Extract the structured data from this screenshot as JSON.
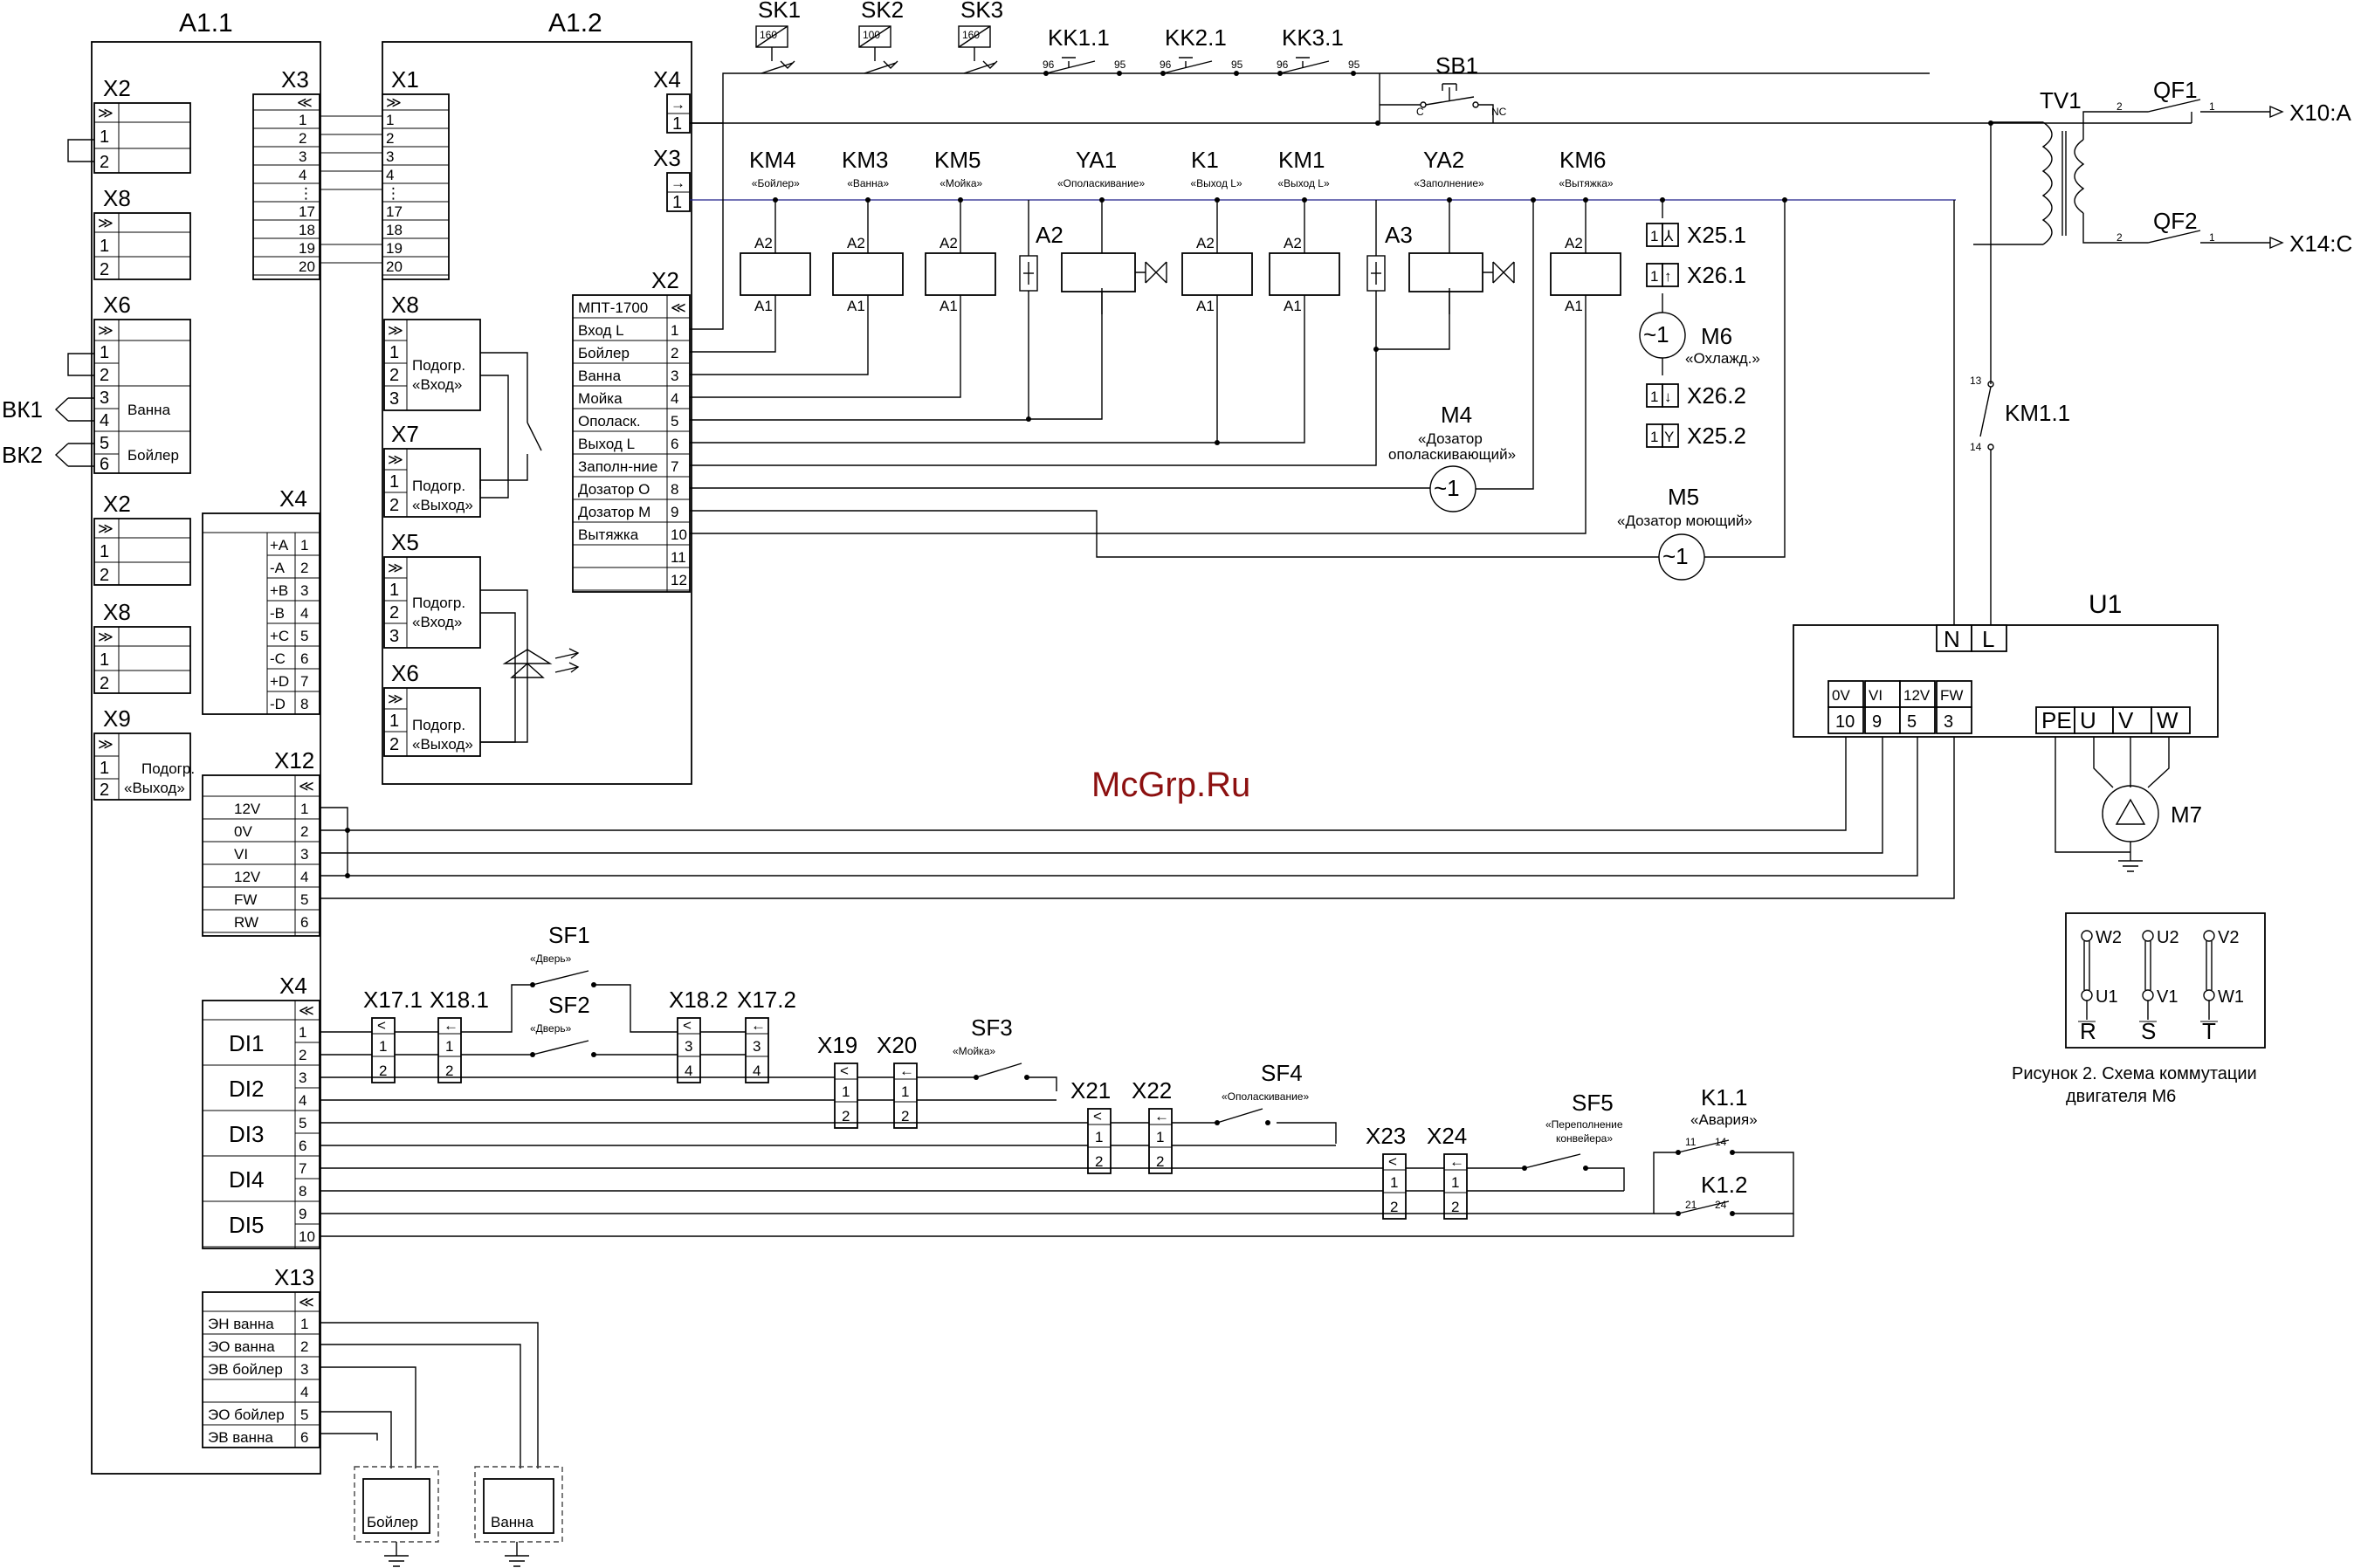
{
  "modules": {
    "a11": "A1.1",
    "a12": "A1.2",
    "u1": "U1"
  },
  "a11_blocks": [
    {
      "name": "X2",
      "pins": [
        "1",
        "2"
      ]
    },
    {
      "name": "X8",
      "pins": [
        "1",
        "2"
      ]
    },
    {
      "name": "X6",
      "pins": [
        "1",
        "2",
        "3",
        "4",
        "5",
        "6"
      ],
      "labels": [
        "Ванна",
        "Бойлер"
      ]
    },
    {
      "name": "X2",
      "pins": [
        "1",
        "2"
      ]
    },
    {
      "name": "X8",
      "pins": [
        "1",
        "2"
      ]
    },
    {
      "name": "X9",
      "pins": [
        "1",
        "2"
      ],
      "labels": [
        "Подогр.",
        "«Выход»"
      ]
    }
  ],
  "bk": [
    "ВК1",
    "ВК2"
  ],
  "x3_a11": {
    "name": "X3",
    "pins": [
      "1",
      "2",
      "3",
      "4",
      "⋮",
      "17",
      "18",
      "19",
      "20"
    ]
  },
  "x1_a12": {
    "name": "X1",
    "pins": [
      "1",
      "2",
      "3",
      "4",
      "⋮",
      "17",
      "18",
      "19",
      "20"
    ]
  },
  "x4_a11": {
    "name": "X4",
    "labels": [
      "+A",
      "-A",
      "+B",
      "-B",
      "+C",
      "-C",
      "+D",
      "-D"
    ],
    "pins": [
      "1",
      "2",
      "3",
      "4",
      "5",
      "6",
      "7",
      "8"
    ]
  },
  "x12": {
    "name": "X12",
    "labels": [
      "12V",
      "0V",
      "VI",
      "12V",
      "FW",
      "RW"
    ],
    "pins": [
      "1",
      "2",
      "3",
      "4",
      "5",
      "6"
    ]
  },
  "x4_di": {
    "name": "X4",
    "labels": [
      "DI1",
      "DI2",
      "DI3",
      "DI4",
      "DI5"
    ],
    "pins": [
      "1",
      "2",
      "3",
      "4",
      "5",
      "6",
      "7",
      "8",
      "9",
      "10"
    ]
  },
  "x13": {
    "name": "X13",
    "labels": [
      "ЭН ванна",
      "ЭО ванна",
      "ЭВ бойлер",
      "",
      "ЭО бойлер",
      "ЭВ ванна"
    ],
    "pins": [
      "1",
      "2",
      "3",
      "4",
      "5",
      "6"
    ]
  },
  "a12_blocks": [
    {
      "name": "X8",
      "pins": [
        "1",
        "2",
        "3"
      ],
      "labels": [
        "Подогр.",
        "«Вход»"
      ]
    },
    {
      "name": "X7",
      "pins": [
        "1",
        "2"
      ],
      "labels": [
        "Подогр.",
        "«Выход»"
      ]
    },
    {
      "name": "X5",
      "pins": [
        "1",
        "2",
        "3"
      ],
      "labels": [
        "Подогр.",
        "«Вход»"
      ]
    },
    {
      "name": "X6",
      "pins": [
        "1",
        "2"
      ],
      "labels": [
        "Подогр.",
        "«Выход»"
      ]
    }
  ],
  "a12_x4": {
    "name": "X4",
    "pin": "1"
  },
  "a12_x3": {
    "name": "X3",
    "pin": "1"
  },
  "a12_x2": {
    "name": "X2",
    "header": "МПТ-1700",
    "labels": [
      "Вход L",
      "Бойлер",
      "Ванна",
      "Мойка",
      "Ополаск.",
      "Выход L",
      "Заполн-ние",
      "Дозатор О",
      "Дозатор М",
      "Вытяжка",
      "",
      ""
    ],
    "pins": [
      "1",
      "2",
      "3",
      "4",
      "5",
      "6",
      "7",
      "8",
      "9",
      "10",
      "11",
      "12"
    ]
  },
  "top_contacts": [
    {
      "name": "SK1",
      "value": "160"
    },
    {
      "name": "SK2",
      "value": "100"
    },
    {
      "name": "SK3",
      "value": "160"
    },
    {
      "name": "KK1.1",
      "a": "96",
      "b": "95"
    },
    {
      "name": "KK2.1",
      "a": "96",
      "b": "95"
    },
    {
      "name": "KK3.1",
      "a": "96",
      "b": "95"
    }
  ],
  "sb1": {
    "name": "SB1",
    "c": "C",
    "nc": "NC"
  },
  "coils": [
    {
      "name": "KM4",
      "desc": "«Бойлер»",
      "a2": "A2",
      "a1": "A1"
    },
    {
      "name": "KM3",
      "desc": "«Ванна»",
      "a2": "A2",
      "a1": "A1"
    },
    {
      "name": "KM5",
      "desc": "«Мойка»",
      "a2": "A2",
      "a1": "A1"
    },
    {
      "name": "YA1",
      "desc": "«Ополаскивание»"
    },
    {
      "name": "K1",
      "desc": "«Выход L»",
      "a2": "A2",
      "a1": "A1"
    },
    {
      "name": "KM1",
      "desc": "«Выход L»",
      "a2": "A2",
      "a1": "A1"
    },
    {
      "name": "YA2",
      "desc": "«Заполнение»"
    },
    {
      "name": "KM6",
      "desc": "«Вытяжка»",
      "a2": "A2",
      "a1": "A1"
    }
  ],
  "arrestors": [
    "A2",
    "A3"
  ],
  "motors": {
    "m4": {
      "name": "M4",
      "desc1": "«Дозатор",
      "desc2": "ополаскивающий»",
      "sym": "~1"
    },
    "m5": {
      "name": "M5",
      "desc": "«Дозатор моющий»",
      "sym": "~1"
    },
    "m6": {
      "name": "M6",
      "desc": "«Охлажд.»",
      "sym": "~1"
    },
    "m7": {
      "name": "M7"
    }
  },
  "m6_terminals": [
    {
      "name": "X25.1",
      "pin": "1",
      "mark": "⅄"
    },
    {
      "name": "X26.1",
      "pin": "1",
      "mark": "↑"
    },
    {
      "name": "X26.2",
      "pin": "1",
      "mark": "↓"
    },
    {
      "name": "X25.2",
      "pin": "1",
      "mark": "Y"
    }
  ],
  "tv1": "TV1",
  "qf": [
    {
      "name": "QF1",
      "a": "2",
      "b": "1",
      "out": "X10:A"
    },
    {
      "name": "QF2",
      "a": "2",
      "b": "1",
      "out": "X14:C"
    }
  ],
  "km11": {
    "name": "KM1.1",
    "a": "13",
    "b": "14"
  },
  "u1_top": [
    "N",
    "L"
  ],
  "u1_ctrl_labels": [
    "0V",
    "VI",
    "12V",
    "FW"
  ],
  "u1_ctrl_pins": [
    "10",
    "9",
    "5",
    "3"
  ],
  "u1_power": [
    "PE",
    "U",
    "V",
    "W"
  ],
  "watermark": "McGrp.Ru",
  "di_terminals": [
    {
      "name": "X17.1",
      "pins": [
        "1",
        "2"
      ]
    },
    {
      "name": "X18.1",
      "pins": [
        "1",
        "2"
      ]
    },
    {
      "name": "X18.2",
      "pins": [
        "3",
        "4"
      ]
    },
    {
      "name": "X17.2",
      "pins": [
        "3",
        "4"
      ]
    },
    {
      "name": "X19",
      "pins": [
        "1",
        "2"
      ]
    },
    {
      "name": "X20",
      "pins": [
        "1",
        "2"
      ]
    },
    {
      "name": "X21",
      "pins": [
        "1",
        "2"
      ]
    },
    {
      "name": "X22",
      "pins": [
        "1",
        "2"
      ]
    },
    {
      "name": "X23",
      "pins": [
        "1",
        "2"
      ]
    },
    {
      "name": "X24",
      "pins": [
        "1",
        "2"
      ]
    }
  ],
  "switches": [
    {
      "name": "SF1",
      "desc": "«Дверь»"
    },
    {
      "name": "SF2",
      "desc": "«Дверь»"
    },
    {
      "name": "SF3",
      "desc": "«Мойка»"
    },
    {
      "name": "SF4",
      "desc": "«Ополаскивание»"
    },
    {
      "name": "SF5",
      "desc1": "«Переполнение",
      "desc2": "конвейера»"
    }
  ],
  "k1": [
    {
      "name": "K1.1",
      "desc": "«Авария»",
      "a": "11",
      "b": "14"
    },
    {
      "name": "K1.2",
      "a": "21",
      "b": "24"
    }
  ],
  "heaters": [
    "Бойлер",
    "Ванна"
  ],
  "fig2": {
    "terms_top": [
      "W2",
      "U2",
      "V2"
    ],
    "terms_bot": [
      "U1",
      "V1",
      "W1"
    ],
    "phases": [
      "R",
      "S",
      "T"
    ],
    "caption1": "Рисунок 2. Схема коммутации",
    "caption2": "двигателя М6"
  }
}
